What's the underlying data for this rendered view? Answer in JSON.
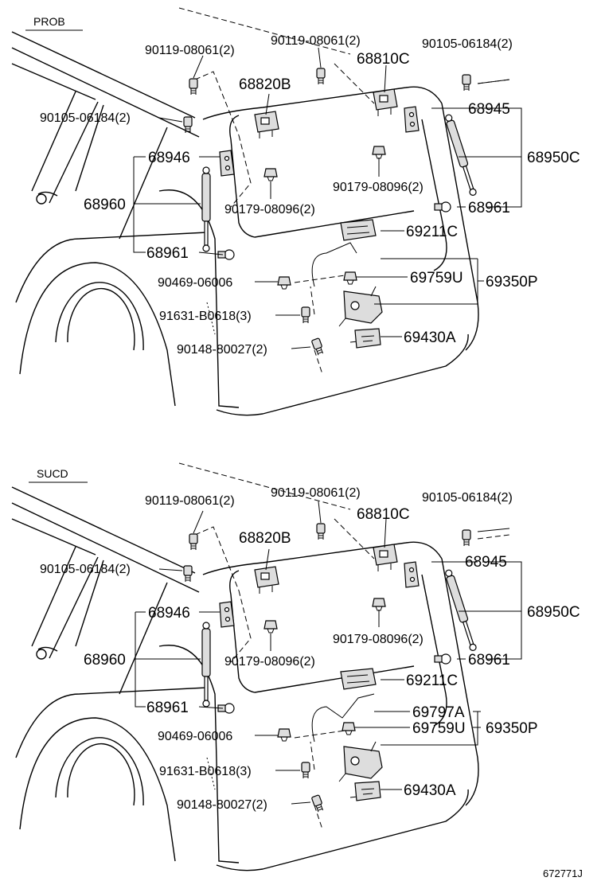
{
  "diagram": {
    "sections": [
      {
        "code": "PROB",
        "parts": {
          "bolt_top_left": "90119-08061(2)",
          "bolt_top_mid": "90119-08061(2)",
          "bolt_top_right": "90105-06184(2)",
          "bolt_left": "90105-06184(2)",
          "hinge_left": "68820B",
          "hinge_right": "68810C",
          "bracket_right": "68945",
          "stay_right": "68950C",
          "bracket_left": "68946",
          "stay_left": "68960",
          "ball_right": "68961",
          "ball_left": "68961",
          "clip_right": "90179-08096(2)",
          "clip_left": "90179-08096(2)",
          "handle": "69211C",
          "lock_bush": "69759U",
          "lock_assy": "69350P",
          "clip_cable": "90469-06006",
          "bolt_lock": "91631-B0618(3)",
          "screw_striker": "90148-80027(2)",
          "striker": "69430A"
        }
      },
      {
        "code": "SUCD",
        "parts": {
          "bolt_top_left": "90119-08061(2)",
          "bolt_top_mid": "90119-08061(2)",
          "bolt_top_right": "90105-06184(2)",
          "bolt_left": "90105-06184(2)",
          "hinge_left": "68820B",
          "hinge_right": "68810C",
          "bracket_right": "68945",
          "stay_right": "68950C",
          "bracket_left": "68946",
          "stay_left": "68960",
          "ball_right": "68961",
          "ball_left": "68961",
          "clip_right": "90179-08096(2)",
          "clip_left": "90179-08096(2)",
          "handle": "69211C",
          "cable": "69797A",
          "lock_bush": "69759U",
          "lock_assy": "69350P",
          "clip_cable": "90469-06006",
          "bolt_lock": "91631-B0618(3)",
          "screw_striker": "90148-80027(2)",
          "striker": "69430A"
        }
      }
    ],
    "illustration_number": "672771J"
  }
}
